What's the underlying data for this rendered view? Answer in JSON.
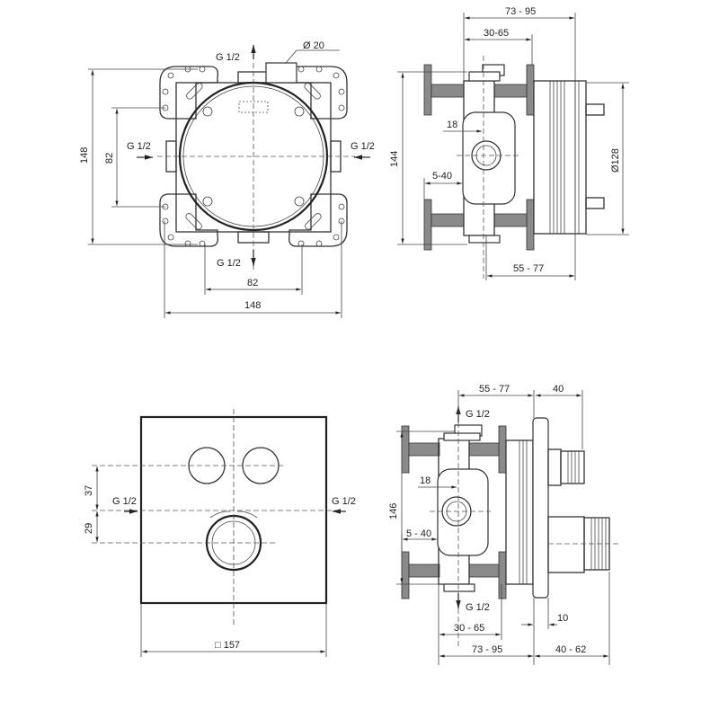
{
  "view_front_box": {
    "label_top": "G 1/2",
    "label_left": "G 1/2",
    "label_right": "G 1/2",
    "label_bottom": "G 1/2",
    "diameter_outlet": "Ø 20",
    "height_outer": "148",
    "height_inner": "82",
    "width_inner": "82",
    "width_outer": "148"
  },
  "view_side_box": {
    "depth_total": "73 - 95",
    "depth_body": "30-65",
    "offset_18": "18",
    "offset_5_40": "5-40",
    "height": "144",
    "diameter": "Ø128",
    "depth_rear": "55 - 77"
  },
  "view_front_plate": {
    "dim_37": "37",
    "dim_29": "29",
    "label_left": "G 1/2",
    "label_right": "G 1/2",
    "width": "□ 157"
  },
  "view_side_plate": {
    "depth_rear": "55 - 77",
    "depth_cartridge": "40",
    "label_top": "G 1/2",
    "label_bottom": "G 1/2",
    "offset_18": "18",
    "offset_5_40": "5 - 40",
    "height": "146",
    "dim_10": "10",
    "depth_body": "30 - 65",
    "depth_total": "73 - 95",
    "depth_front": "40 - 62"
  }
}
